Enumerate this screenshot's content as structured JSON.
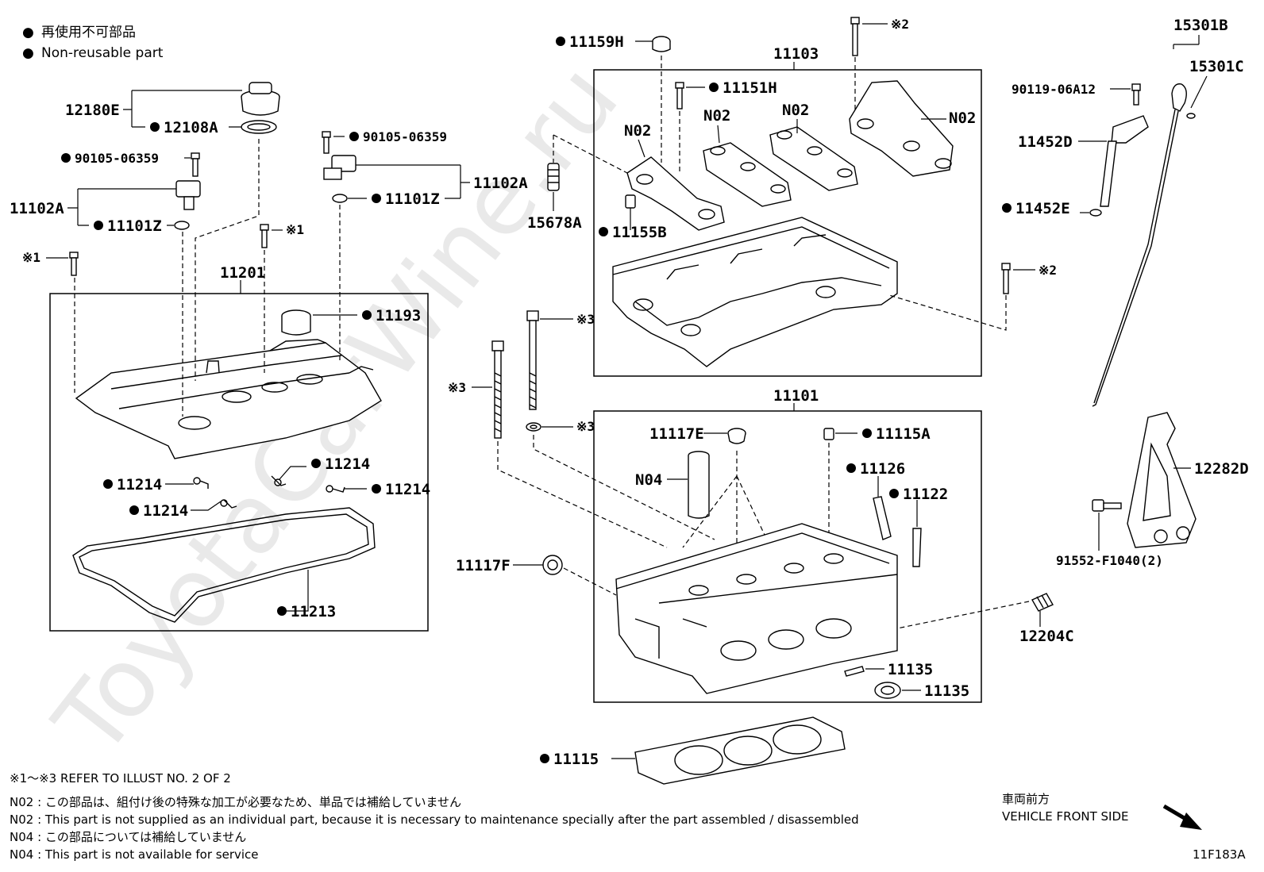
{
  "legend": {
    "bullet": "●",
    "japanese": "再使用不可部品",
    "english": "Non-reusable part"
  },
  "watermark": "ToyotaCarWine.ru",
  "labels": {
    "p12180E": "12180E",
    "p12108A": "12108A",
    "p90105_a": "90105-06359",
    "p90105_b": "90105-06359",
    "p11102A_l": "11102A",
    "p11102A_r": "11102A",
    "p11101Z_l": "11101Z",
    "p11101Z_r": "11101Z",
    "ref1_a": "※1",
    "ref1_b": "※1",
    "p11201": "11201",
    "p11193": "11193",
    "p11214_a": "11214",
    "p11214_b": "11214",
    "p11214_c": "11214",
    "p11214_d": "11214",
    "p11213": "11213",
    "p11159H": "11159H",
    "p11151H": "11151H",
    "p11103": "11103",
    "ref2_a": "※2",
    "ref2_b": "※2",
    "n02_a": "N02",
    "n02_b": "N02",
    "n02_c": "N02",
    "n02_d": "N02",
    "p15678A": "15678A",
    "p11155B": "11155B",
    "ref3_a": "※3",
    "ref3_b": "※3",
    "ref3_c": "※3",
    "p11101": "11101",
    "p11117E": "11117E",
    "p11115A": "11115A",
    "n04": "N04",
    "p11126": "11126",
    "p11122": "11122",
    "p11117F": "11117F",
    "p11135_a": "11135",
    "p11135_b": "11135",
    "p11115": "11115",
    "p15301B": "15301B",
    "p15301C": "15301C",
    "p90119": "90119-06A12",
    "p11452D": "11452D",
    "p11452E": "11452E",
    "p12282D": "12282D",
    "p91552": "91552-F1040(2)",
    "p12204C": "12204C"
  },
  "notes": {
    "ref": "※1〜※3  REFER TO ILLUST NO. 2 OF 2",
    "n02_jp": "N02 : この部品は、組付け後の特殊な加工が必要なため、単品では補給していません",
    "n02_en": "N02 : This part is not supplied as an individual part, because it is necessary to maintenance specially after the part assembled / disassembled",
    "n04_jp": "N04 : この部品については補給していません",
    "n04_en": "N04 : This part is not available for service"
  },
  "direction": {
    "jp": "車両前方",
    "en": "VEHICLE FRONT SIDE"
  },
  "illustration_id": "11F183A"
}
